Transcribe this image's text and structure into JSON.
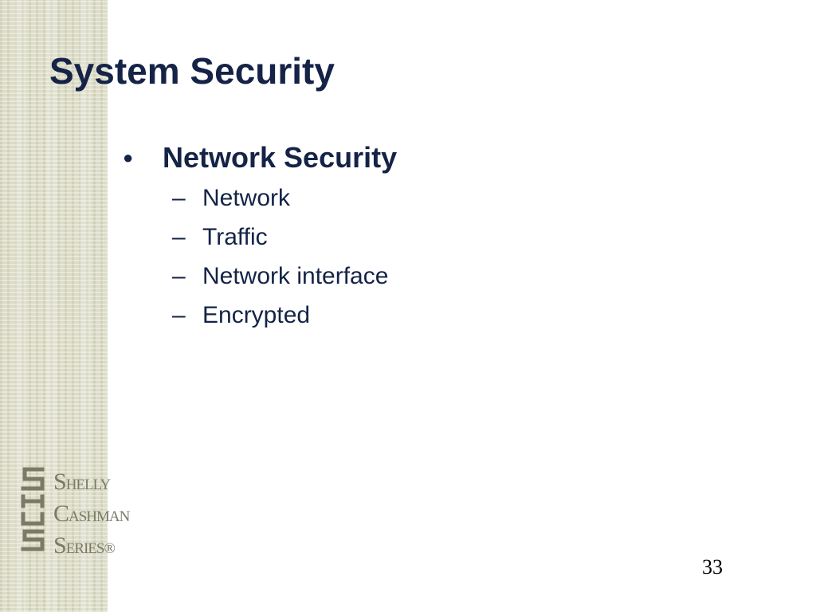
{
  "slide": {
    "title": "System Security",
    "bullet": {
      "marker": "●",
      "text": "Network Security"
    },
    "sub_items": [
      {
        "marker": "–",
        "text": "Network"
      },
      {
        "marker": "–",
        "text": "Traffic"
      },
      {
        "marker": "–",
        "text": "Network interface"
      },
      {
        "marker": "–",
        "text": "Encrypted"
      }
    ],
    "page_number": "33"
  },
  "logo": {
    "icon": "shelly-cashman-series-logo",
    "words": [
      {
        "cap": "S",
        "rest": "HELLY"
      },
      {
        "cap": "C",
        "rest": "ASHMAN"
      },
      {
        "cap": "S",
        "rest": "ERIES®"
      }
    ]
  },
  "colors": {
    "title": "#142346",
    "band": "#dcdcc8",
    "logo": "#7a7a66"
  }
}
